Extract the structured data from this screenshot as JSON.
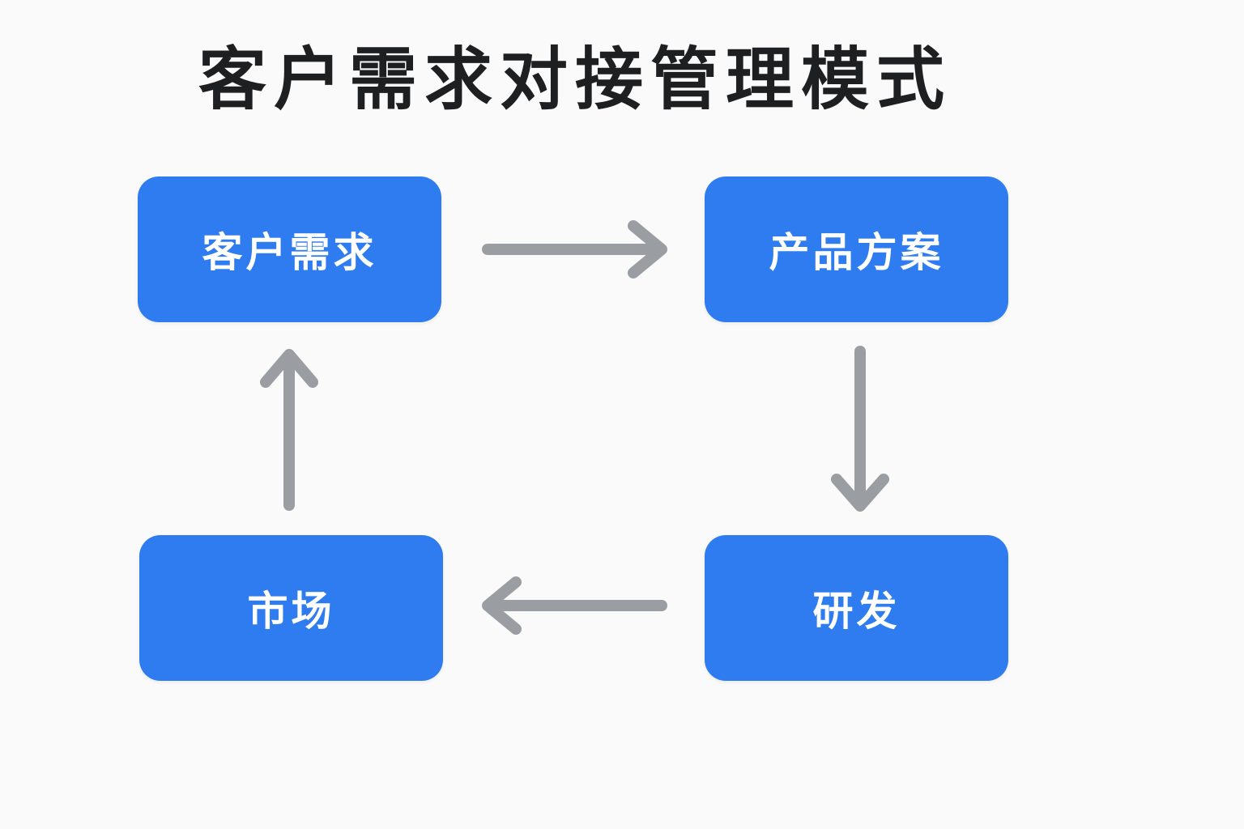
{
  "title": "客户需求对接管理模式",
  "diagram": {
    "nodes": [
      {
        "id": "customer-demand",
        "label": "客户需求"
      },
      {
        "id": "product-plan",
        "label": "产品方案"
      },
      {
        "id": "rnd",
        "label": "研发"
      },
      {
        "id": "market",
        "label": "市场"
      }
    ],
    "arrows": [
      {
        "from": "customer-demand",
        "to": "product-plan",
        "direction": "right"
      },
      {
        "from": "product-plan",
        "to": "rnd",
        "direction": "down"
      },
      {
        "from": "rnd",
        "to": "market",
        "direction": "left"
      },
      {
        "from": "market",
        "to": "customer-demand",
        "direction": "up"
      }
    ]
  },
  "colors": {
    "background": "#FAFAFB",
    "node_fill": "#2E7CF0",
    "node_text": "#FFFFFF",
    "arrow": "#9A9EA2",
    "title_text": "#1E1F21"
  }
}
